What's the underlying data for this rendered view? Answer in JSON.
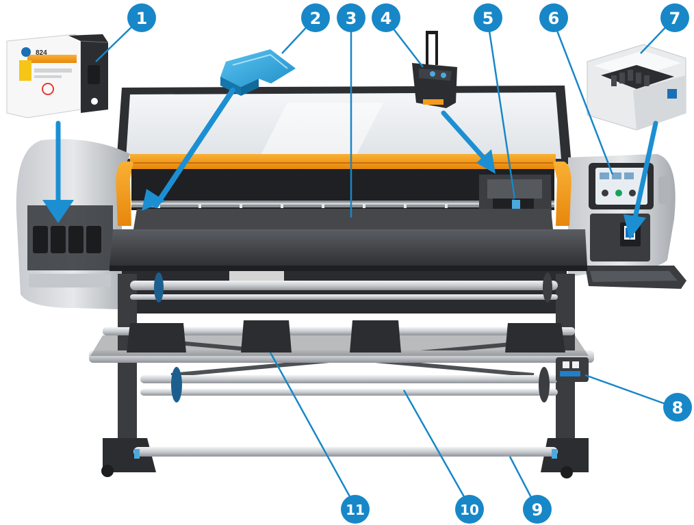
{
  "callouts": [
    {
      "id": 1,
      "label": "1"
    },
    {
      "id": 2,
      "label": "2"
    },
    {
      "id": 3,
      "label": "3"
    },
    {
      "id": 4,
      "label": "4"
    },
    {
      "id": 5,
      "label": "5"
    },
    {
      "id": 6,
      "label": "6"
    },
    {
      "id": 7,
      "label": "7"
    },
    {
      "id": 8,
      "label": "8"
    },
    {
      "id": 9,
      "label": "9"
    },
    {
      "id": 10,
      "label": "10"
    },
    {
      "id": 11,
      "label": "11"
    }
  ],
  "ink_cartridge": {
    "model_text": "824",
    "brand_logo": "hp"
  },
  "colors": {
    "callout_blue": "#1787c8",
    "arrow_blue": "#1c8fd3",
    "accent_orange": "#f39a1b",
    "printer_grey": "#b9bcc0",
    "platen_dark": "#4a4c50",
    "cartridge_yellow": "#f5c518"
  },
  "icons": [
    "ink-cartridge-icon",
    "maintenance-cartridge-icon",
    "printhead-icon",
    "cleaning-container-icon",
    "hp-logo-icon"
  ]
}
